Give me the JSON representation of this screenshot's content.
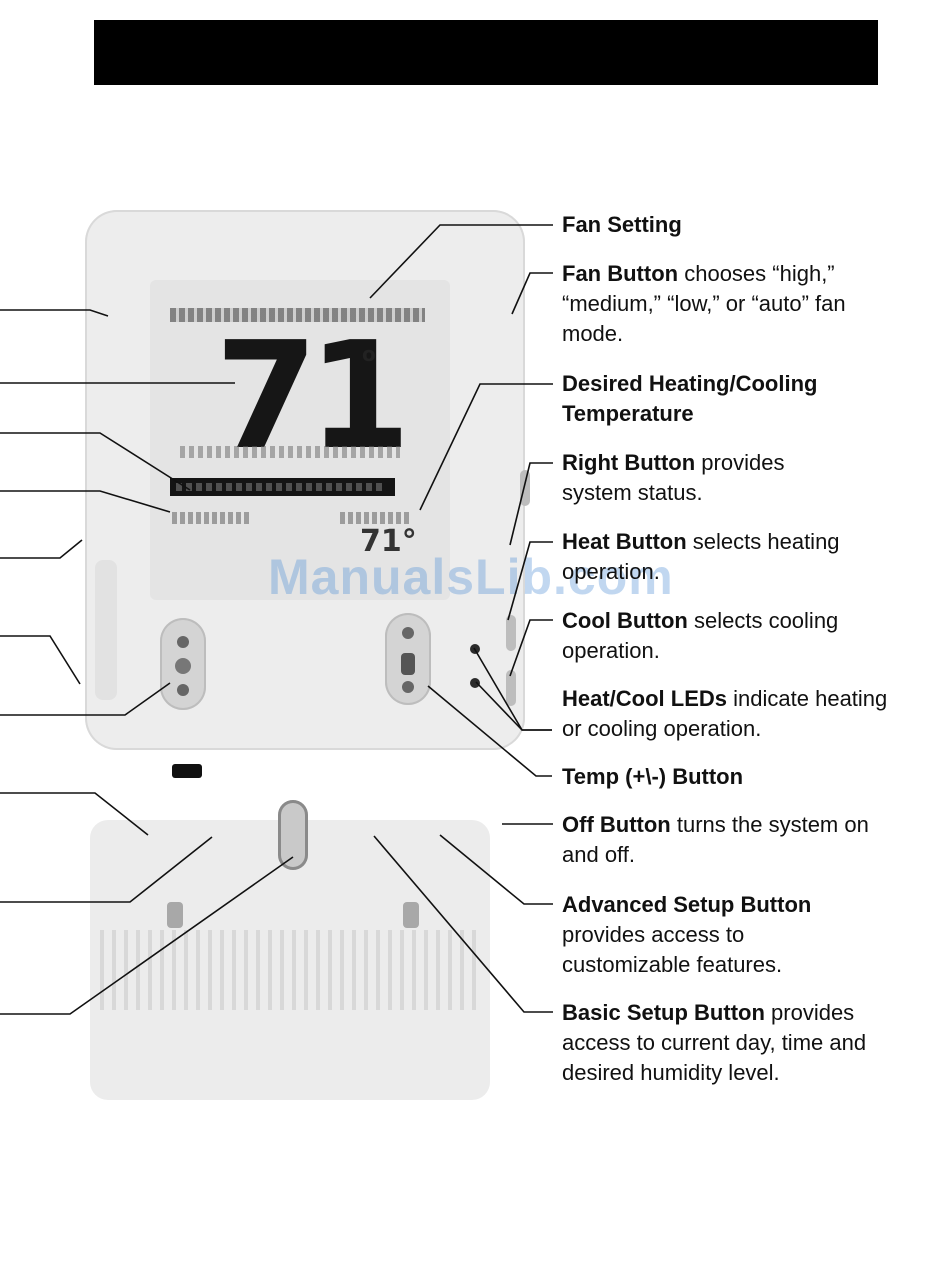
{
  "header": {
    "title": ""
  },
  "display": {
    "temperature": "71",
    "degree_mark": "o",
    "set_temperature": "71°"
  },
  "watermark": "ManualsLib.com",
  "labels": [
    {
      "title": "Fan Setting",
      "desc": ""
    },
    {
      "title": "Fan Button",
      "desc": "chooses “high,” “medium,” “low,” or “auto” fan mode."
    },
    {
      "title": "Desired Heating/Cooling Temperature",
      "desc": ""
    },
    {
      "title": "Right Button",
      "desc": "provides system status."
    },
    {
      "title": "Heat Button",
      "desc": "selects heating operation."
    },
    {
      "title": "Cool Button",
      "desc": "selects cooling operation."
    },
    {
      "title": "Heat/Cool LEDs",
      "desc": "indicate heating or cooling operation."
    },
    {
      "title": "Temp (+\\-) Button",
      "desc": ""
    },
    {
      "title": "Off Button",
      "desc": "turns the system on and off."
    },
    {
      "title": "Advanced Setup Button",
      "desc": "provides access to customizable features."
    },
    {
      "title": "Basic Setup Button",
      "desc": "provides access to current day, time and desired humidity level."
    }
  ]
}
